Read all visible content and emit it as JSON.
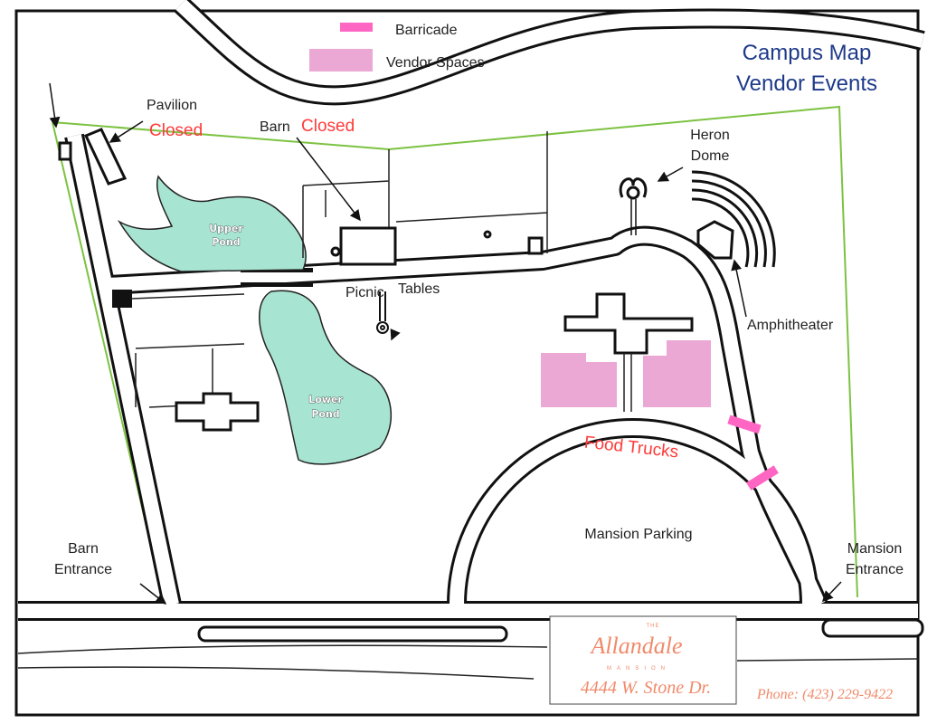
{
  "legend": {
    "barricade_label": "Barricade",
    "vendor_spaces_label": "Vendor Spaces",
    "barricade_color": "#ff66c4",
    "vendor_color": "#eba8d4"
  },
  "title": {
    "line1": "Campus Map",
    "line2": "Vendor Events"
  },
  "labels": {
    "pavilion": "Pavilion",
    "pavilion_status": "Closed",
    "barn": "Barn",
    "barn_status": "Closed",
    "heron_line1": "Heron",
    "heron_line2": "Dome",
    "upper_pond_1": "Upper",
    "upper_pond_2": "Pond",
    "lower_pond_1": "Lower",
    "lower_pond_2": "Pond",
    "picnic": "Picnic",
    "tables": "Tables",
    "amphitheater": "Amphitheater",
    "food_trucks": "Food Trucks",
    "mansion_parking": "Mansion Parking",
    "barn_entrance_1": "Barn",
    "barn_entrance_2": "Entrance",
    "mansion_entrance_1": "Mansion",
    "mansion_entrance_2": "Entrance"
  },
  "logo": {
    "the": "THE",
    "name": "Allandale",
    "sub": "MANSION",
    "address": "4444 W. Stone Dr.",
    "phone": "Phone: (423) 229-9422"
  },
  "colors": {
    "pond": "#a8e4d2",
    "boundary": "#7cc242",
    "title": "#1d3a8a",
    "closed": "#ff3b3b"
  }
}
